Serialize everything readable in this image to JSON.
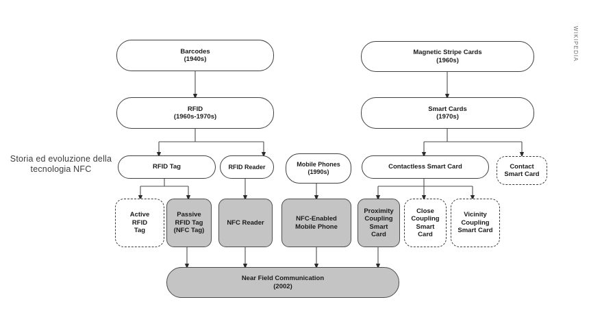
{
  "diagram": {
    "caption": {
      "line1": "Storia ed",
      "line2": "evoluzione della",
      "line3": "tecnologia NFC"
    },
    "watermark": "WIKIPEDIA",
    "colors": {
      "fill_gray": "#c4c4c4",
      "stroke": "#3f3f3f",
      "background": "#ffffff",
      "text": "#1a1a1a",
      "caption_text": "#3b3b3b"
    },
    "nodes": {
      "barcodes": {
        "title": "Barcodes",
        "sub": "(1940s)",
        "style": "solid"
      },
      "rfid": {
        "title": "RFID",
        "sub": "(1960s-1970s)",
        "style": "solid"
      },
      "rfid_tag": {
        "title": "RFID Tag",
        "sub": "",
        "style": "solid"
      },
      "rfid_reader": {
        "title": "RFID Reader",
        "sub": "",
        "style": "solid"
      },
      "active_rfid_tag": {
        "l1": "Active",
        "l2": "RFID",
        "l3": "Tag",
        "style": "dashed"
      },
      "passive_rfid_tag": {
        "l1": "Passive",
        "l2": "RFID Tag",
        "l3": "(NFC Tag)",
        "style": "filled"
      },
      "nfc_reader": {
        "title": "NFC Reader",
        "style": "filled"
      },
      "mobile_phones": {
        "title": "Mobile Phones",
        "sub": "(1990s)",
        "style": "solid"
      },
      "nfc_enabled_mobile_phone": {
        "l1": "NFC-Enabled",
        "l2": "Mobile Phone",
        "style": "filled"
      },
      "magnetic_stripe_cards": {
        "title": "Magnetic Stripe Cards",
        "sub": "(1960s)",
        "style": "solid"
      },
      "smart_cards": {
        "title": "Smart Cards",
        "sub": "(1970s)",
        "style": "solid"
      },
      "contactless_smart_card": {
        "title": "Contactless Smart Card",
        "style": "solid"
      },
      "contact_smart_card": {
        "l1": "Contact",
        "l2": "Smart Card",
        "style": "dashed"
      },
      "proximity_coupling_smart_card": {
        "l1": "Proximity",
        "l2": "Coupling",
        "l3": "Smart",
        "l4": "Card",
        "style": "filled"
      },
      "close_coupling_smart_card": {
        "l1": "Close",
        "l2": "Coupling",
        "l3": "Smart",
        "l4": "Card",
        "style": "dashed"
      },
      "vicinity_coupling_smart_card": {
        "l1": "Vicinity",
        "l2": "Coupling",
        "l3": "Smart Card",
        "style": "dashed"
      },
      "near_field_communication": {
        "title": "Near Field Communication",
        "sub": "(2002)",
        "style": "filled"
      }
    },
    "edges": [
      {
        "from": "barcodes",
        "to": "rfid"
      },
      {
        "from": "rfid",
        "to": "rfid_tag"
      },
      {
        "from": "rfid",
        "to": "rfid_reader"
      },
      {
        "from": "rfid_tag",
        "to": "active_rfid_tag"
      },
      {
        "from": "rfid_tag",
        "to": "passive_rfid_tag"
      },
      {
        "from": "rfid_reader",
        "to": "nfc_reader"
      },
      {
        "from": "mobile_phones",
        "to": "nfc_enabled_mobile_phone"
      },
      {
        "from": "magnetic_stripe_cards",
        "to": "smart_cards"
      },
      {
        "from": "smart_cards",
        "to": "contactless_smart_card"
      },
      {
        "from": "smart_cards",
        "to": "contact_smart_card"
      },
      {
        "from": "contactless_smart_card",
        "to": "proximity_coupling_smart_card"
      },
      {
        "from": "contactless_smart_card",
        "to": "close_coupling_smart_card"
      },
      {
        "from": "contactless_smart_card",
        "to": "vicinity_coupling_smart_card"
      },
      {
        "from": "passive_rfid_tag",
        "to": "near_field_communication"
      },
      {
        "from": "nfc_reader",
        "to": "near_field_communication"
      },
      {
        "from": "nfc_enabled_mobile_phone",
        "to": "near_field_communication"
      },
      {
        "from": "proximity_coupling_smart_card",
        "to": "near_field_communication"
      }
    ]
  }
}
